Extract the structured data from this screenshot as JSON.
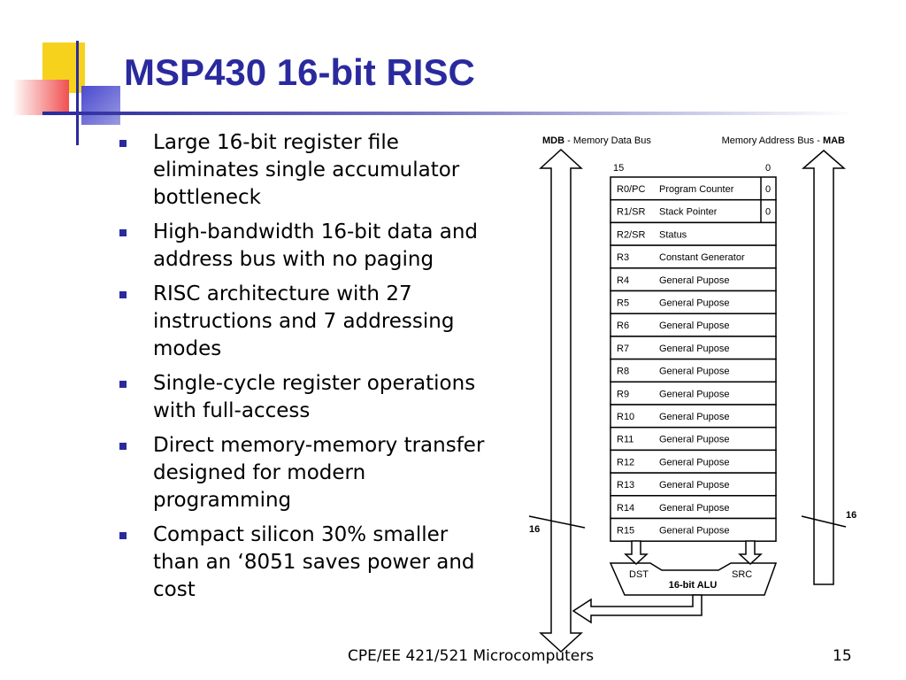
{
  "slide": {
    "title": "MSP430 16-bit RISC",
    "bullets": [
      "Large 16-bit register file eliminates single accumulator bottleneck",
      "High-bandwidth 16-bit data and address bus with no paging",
      "RISC architecture with 27 instructions and 7 addressing modes",
      "Single-cycle register operations with full-access",
      "Direct memory-memory transfer designed for modern programming",
      "Compact silicon 30% smaller than an ‘8051 saves power and cost"
    ],
    "footer": "CPE/EE 421/521 Microcomputers",
    "page_number": "15",
    "colors": {
      "title": "#2a2a9e",
      "bullet": "#2a2a9e",
      "deco_yellow": "#f7d21c",
      "deco_red": "#f05050",
      "deco_blue": "#4a4ad0"
    }
  },
  "diagram": {
    "mdb_bold": "MDB",
    "mdb_rest": " - Memory Data Bus",
    "mab_rest": "Memory Address Bus - ",
    "mab_bold": "MAB",
    "bit_high": "15",
    "bit_low": "0",
    "bus_width_left": "16",
    "bus_width_right": "16",
    "alu_label": "16-bit ALU",
    "alu_dst": "DST",
    "alu_src": "SRC",
    "registers": [
      {
        "name": "R0/PC",
        "desc": "Program Counter",
        "bit0": "0"
      },
      {
        "name": "R1/SR",
        "desc": "Stack Pointer",
        "bit0": "0"
      },
      {
        "name": "R2/SR",
        "desc": "Status"
      },
      {
        "name": "R3",
        "desc": "Constant Generator"
      },
      {
        "name": "R4",
        "desc": "General Pupose"
      },
      {
        "name": "R5",
        "desc": "General Pupose"
      },
      {
        "name": "R6",
        "desc": "General Pupose"
      },
      {
        "name": "R7",
        "desc": "General Pupose"
      },
      {
        "name": "R8",
        "desc": "General Pupose"
      },
      {
        "name": "R9",
        "desc": "General Pupose"
      },
      {
        "name": "R10",
        "desc": "General Pupose"
      },
      {
        "name": "R11",
        "desc": "General Pupose"
      },
      {
        "name": "R12",
        "desc": "General Pupose"
      },
      {
        "name": "R13",
        "desc": "General Pupose"
      },
      {
        "name": "R14",
        "desc": "General Pupose"
      },
      {
        "name": "R15",
        "desc": "General Pupose"
      }
    ]
  }
}
